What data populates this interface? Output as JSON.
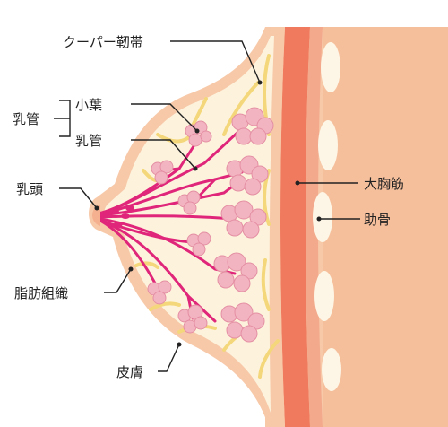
{
  "diagram": {
    "labels": {
      "cooper_ligament": "クーパー靭帯",
      "mammary_gland_group": "乳管",
      "lobule": "小葉",
      "duct": "乳管",
      "nipple": "乳頭",
      "adipose": "脂肪組織",
      "skin": "皮膚",
      "pectoralis": "大胸筋",
      "rib": "助骨"
    },
    "stock_id": "278648228"
  },
  "colors": {
    "skin": "#f7c9a9",
    "fat": "#fdf3dd",
    "ligament": "#f4d77a",
    "muscle": "#f07a5e",
    "muscle_light": "#f3aa8c",
    "rib": "#fdf6e6",
    "duct": "#e0267a",
    "lobule": "#f3b4c2",
    "lobule_edge": "#e48fa3"
  }
}
